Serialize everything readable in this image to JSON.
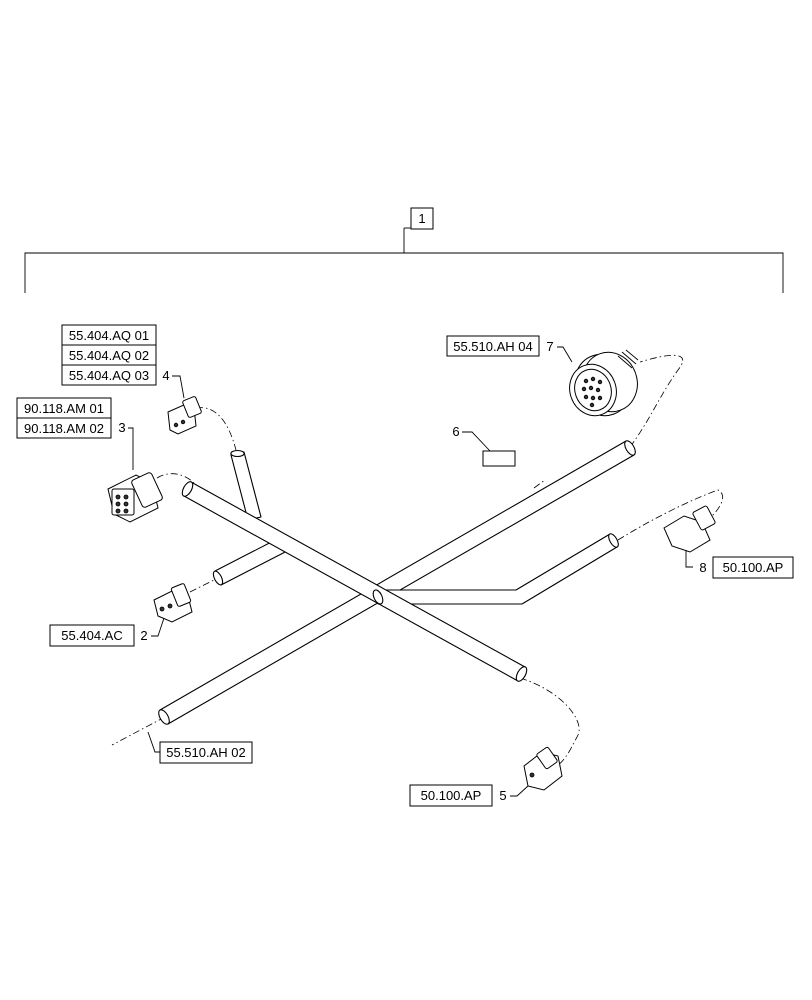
{
  "items": {
    "assembly": "1",
    "connector_2": "2",
    "connector_3": "3",
    "connector_4": "4",
    "connector_5": "5",
    "label_6": "6",
    "connector_7": "7",
    "connector_8": "8"
  },
  "references": {
    "c4_ref_1": "55.404.AQ 01",
    "c4_ref_2": "55.404.AQ 02",
    "c4_ref_3": "55.404.AQ 03",
    "c3_ref_1": "90.118.AM 01",
    "c3_ref_2": "90.118.AM 02",
    "c2_ref": "55.404.AC",
    "c7_ref": "55.510.AH 04",
    "c8_ref": "50.100.AP",
    "c5_ref": "50.100.AP",
    "harness_end_ref": "55.510.AH 02"
  }
}
